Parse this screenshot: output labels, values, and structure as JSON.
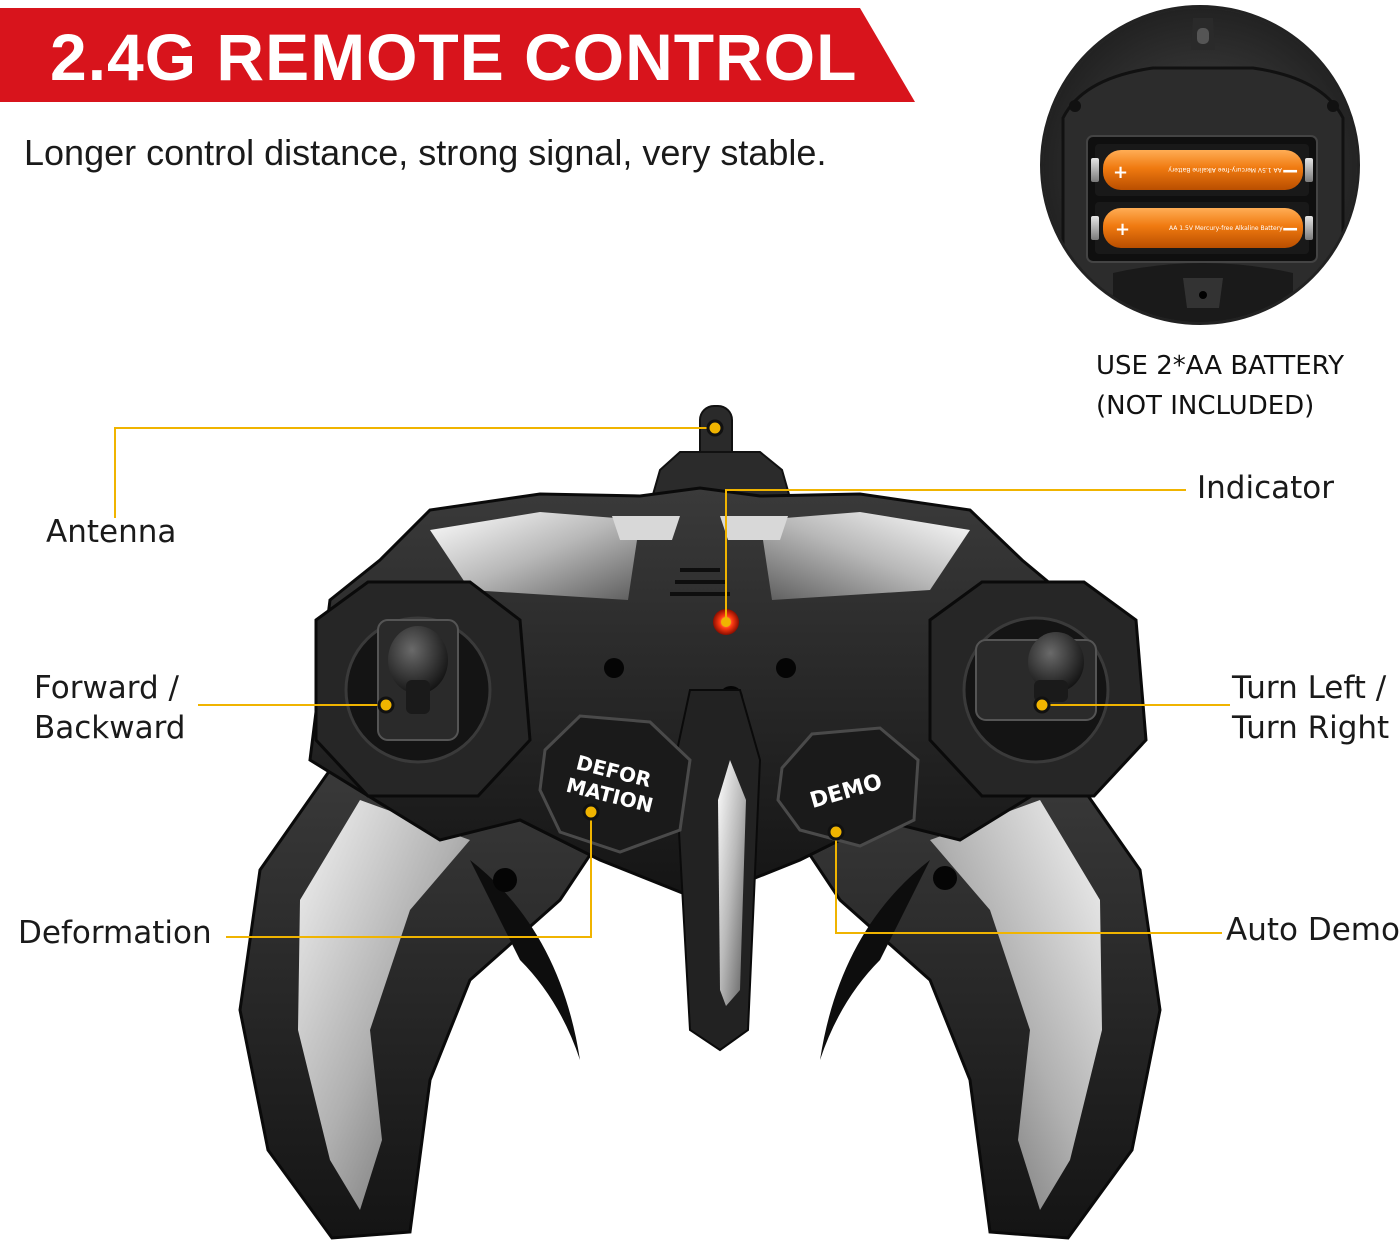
{
  "header": {
    "title": "2.4G REMOTE CONTROL",
    "subtitle": "Longer control distance, strong signal, very stable."
  },
  "battery": {
    "note_line1": "USE 2*AA BATTERY",
    "note_line2": "(NOT INCLUDED)",
    "cell_text": "AA 1.5V Mercury-free Alkaline Battery"
  },
  "buttons": {
    "deformation_line1": "DEFOR",
    "deformation_line2": "MATION",
    "demo": "DEMO"
  },
  "labels": {
    "antenna": "Antenna",
    "indicator": "Indicator",
    "forward_line1": "Forward /",
    "forward_line2": "Backward",
    "turn_line1": "Turn Left /",
    "turn_line2": "Turn Right",
    "deformation": "Deformation",
    "auto_demo": "Auto Demo"
  },
  "colors": {
    "banner": "#d8141c",
    "callout": "#f0b400",
    "body": "#1c1c1c",
    "battery": "#f07a10",
    "led": "#ff3a12"
  }
}
